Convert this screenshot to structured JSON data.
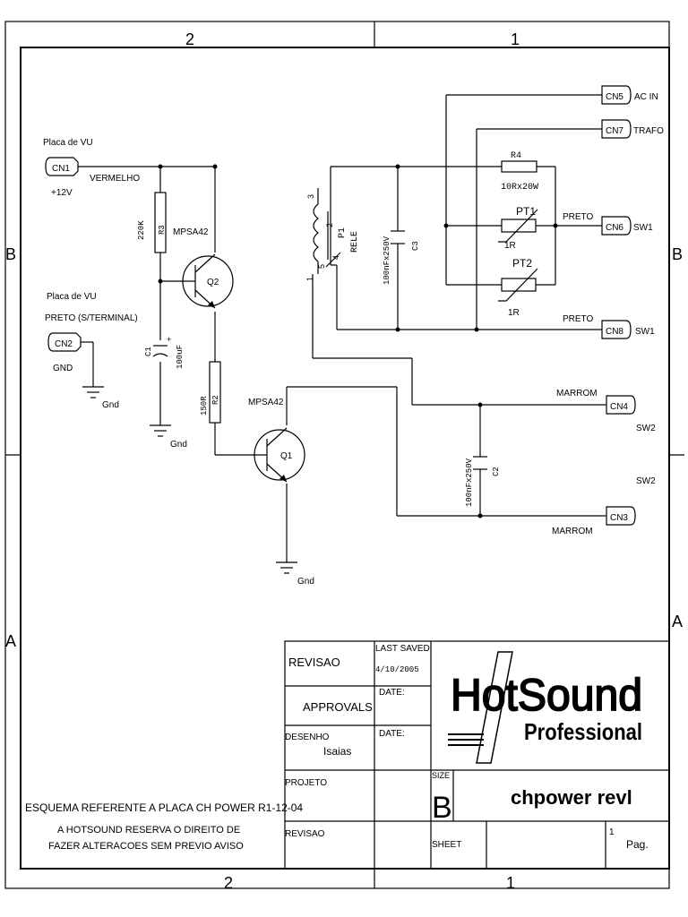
{
  "frame": {
    "top_zones": [
      "2",
      "1"
    ],
    "bottom_zones": [
      "2",
      "1"
    ],
    "left_zones": [
      "B",
      "A"
    ],
    "right_zones": [
      "B",
      "A"
    ]
  },
  "connectors": {
    "cn1": {
      "ref": "CN1",
      "title": "Placa de VU",
      "note": "+12V",
      "wire": "VERMELHO"
    },
    "cn2": {
      "ref": "CN2",
      "title1": "Placa de VU",
      "title2": "PRETO (S/TERMINAL)",
      "note": "GND"
    },
    "cn5": {
      "ref": "CN5",
      "label": "AC IN"
    },
    "cn7": {
      "ref": "CN7",
      "label": "TRAFO"
    },
    "cn6": {
      "ref": "CN6",
      "label": "SW1",
      "wire": "PRETO"
    },
    "cn8": {
      "ref": "CN8",
      "label": "SW1",
      "wire": "PRETO"
    },
    "cn4": {
      "ref": "CN4",
      "label": "SW2",
      "wire": "MARROM"
    },
    "cn3": {
      "ref": "CN3",
      "label": "SW2",
      "wire": "MARROM"
    }
  },
  "components": {
    "r3": {
      "ref": "R3",
      "value": "220K"
    },
    "r2": {
      "ref": "R2",
      "value": "150R"
    },
    "r4": {
      "ref": "R4",
      "value": "10Rx20W"
    },
    "c1": {
      "ref": "C1",
      "value": "100uF",
      "polarity": "+"
    },
    "c2": {
      "ref": "C2",
      "value": "100nFx250V"
    },
    "c3": {
      "ref": "C3",
      "value": "100nFx250V"
    },
    "q1": {
      "ref": "Q1",
      "part": "MPSA42"
    },
    "q2": {
      "ref": "Q2",
      "part": "MPSA42"
    },
    "pt1": {
      "ref": "PT1",
      "value": "1R"
    },
    "pt2": {
      "ref": "PT2",
      "value": "1R"
    },
    "p1": {
      "ref": "P1",
      "part": "RELE",
      "pins": [
        "3",
        "2",
        "4",
        "1",
        "5"
      ]
    }
  },
  "grounds": {
    "label": "Gnd"
  },
  "title_block": {
    "revisao_top": "REVISAO",
    "last_saved_label": "LAST SAVED:",
    "last_saved_date": "4/10/2005",
    "approvals": "APPROVALS",
    "date_label": "DATE:",
    "desenho_label": "DESENHO",
    "desenho_name": "Isaias",
    "projeto_label": "PROJETO",
    "revisao_bottom": "REVISAO",
    "size_label": "SIZE",
    "size_value": "B",
    "title": "chpower revl",
    "sheet_label": "SHEET",
    "sheet_number": "1",
    "page_label": "Pag.",
    "logo_main": "HotSound",
    "logo_sub": "Professional"
  },
  "notes": {
    "line1": "ESQUEMA REFERENTE A PLACA CH POWER R1-12-04",
    "line2": "A HOTSOUND RESERVA O DIREITO DE",
    "line3": "FAZER ALTERACOES SEM PREVIO AVISO"
  }
}
